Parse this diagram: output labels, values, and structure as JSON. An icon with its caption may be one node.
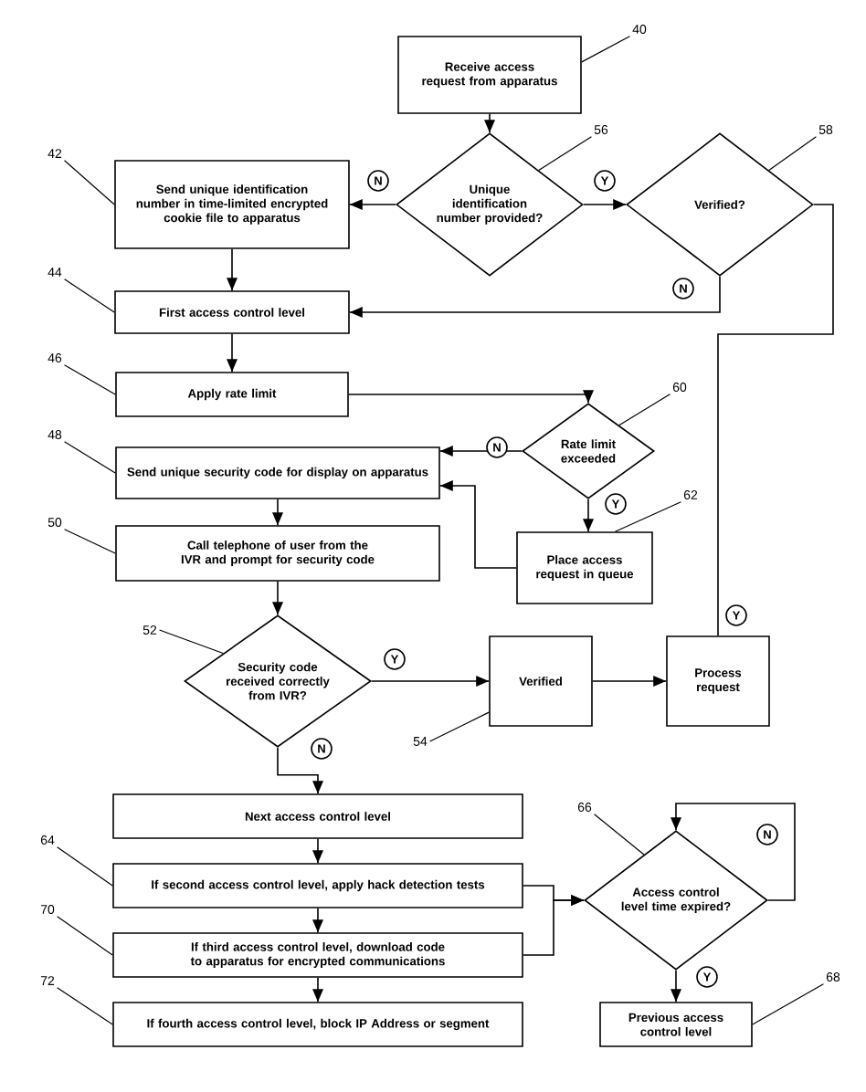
{
  "diagram": {
    "nodes": [
      {
        "text": [
          "Receive access request from apparatus"
        ]
      },
      {
        "text": [
          "Unique identification number provided?"
        ]
      },
      {
        "text": [
          "Verified?"
        ]
      },
      {
        "text": [
          "Send unique identification number in time-limited encrypted cookie file to apparatus"
        ]
      },
      {
        "text": [
          "First access control level"
        ]
      },
      {
        "text": [
          "Apply rate limit"
        ]
      },
      {
        "text": [
          "Rate limit exceeded"
        ]
      },
      {
        "text": [
          "Send unique security code for display on apparatus"
        ]
      },
      {
        "text": [
          "Call telephone of user from the IVR and prompt for security code"
        ]
      },
      {
        "text": [
          "Place access request in queue"
        ]
      },
      {
        "text": [
          "Security code received correctly from IVR?"
        ]
      },
      {
        "text": [
          "Verified"
        ]
      },
      {
        "text": [
          "Process request"
        ]
      },
      {
        "text": [
          "Next access control level"
        ]
      },
      {
        "text": [
          "If second access control level, apply hack detection tests"
        ]
      },
      {
        "text": [
          "If third access control level, download code to apparatus for encrypted communications"
        ]
      },
      {
        "text": [
          "If fourth access control level, block IP Address or segment"
        ]
      },
      {
        "text": [
          "Access control level time expired?"
        ]
      },
      {
        "text": [
          "Previous access control level"
        ]
      },
      {
        "text": [
          "40"
        ]
      },
      {
        "text": [
          "56"
        ]
      },
      {
        "text": [
          "58"
        ]
      },
      {
        "text": [
          "42"
        ]
      },
      {
        "text": [
          "44"
        ]
      },
      {
        "text": [
          "46"
        ]
      },
      {
        "text": [
          "60"
        ]
      },
      {
        "text": [
          "48"
        ]
      },
      {
        "text": [
          "50"
        ]
      },
      {
        "text": [
          "62"
        ]
      },
      {
        "text": [
          "52"
        ]
      },
      {
        "text": [
          "54"
        ]
      },
      {
        "text": [
          "66"
        ]
      },
      {
        "text": [
          "64"
        ]
      },
      {
        "text": [
          "70"
        ]
      },
      {
        "text": [
          "72"
        ]
      },
      {
        "text": [
          "68"
        ]
      }
    ],
    "edges": [
      {
        "from": 0,
        "to": 1,
        "arrow": "to"
      },
      {
        "from": 1,
        "to": 3,
        "arrow": "to",
        "label": "N"
      },
      {
        "from": 1,
        "to": 2,
        "arrow": "to",
        "label": "Y"
      },
      {
        "from": 2,
        "to": 4,
        "arrow": "to",
        "label": "N"
      },
      {
        "from": 2,
        "to": 12,
        "arrow": "none",
        "label": "Y"
      },
      {
        "from": 3,
        "to": 4,
        "arrow": "to"
      },
      {
        "from": 4,
        "to": 5,
        "arrow": "to"
      },
      {
        "from": 5,
        "to": 6,
        "arrow": "to"
      },
      {
        "from": 6,
        "to": 7,
        "arrow": "to",
        "label": "N"
      },
      {
        "from": 6,
        "to": 9,
        "arrow": "to",
        "label": "Y"
      },
      {
        "from": 9,
        "to": 7,
        "arrow": "to"
      },
      {
        "from": 7,
        "to": 8,
        "arrow": "to"
      },
      {
        "from": 8,
        "to": 10,
        "arrow": "to"
      },
      {
        "from": 10,
        "to": 11,
        "arrow": "to",
        "label": "Y"
      },
      {
        "from": 10,
        "to": 13,
        "arrow": "to",
        "label": "N"
      },
      {
        "from": 11,
        "to": 12,
        "arrow": "to"
      },
      {
        "from": 13,
        "to": 14,
        "arrow": "to"
      },
      {
        "from": 14,
        "to": 15,
        "arrow": "to"
      },
      {
        "from": 15,
        "to": 16,
        "arrow": "to"
      },
      {
        "from": 14,
        "to": 17,
        "arrow": "to"
      },
      {
        "from": 15,
        "to": 17,
        "arrow": "to"
      },
      {
        "from": 17,
        "to": 17,
        "arrow": "to",
        "label": "N"
      },
      {
        "from": 17,
        "to": 18,
        "arrow": "to",
        "label": "Y"
      },
      {
        "from": 19,
        "to": 0,
        "arrow": "none"
      },
      {
        "from": 20,
        "to": 1,
        "arrow": "none"
      },
      {
        "from": 21,
        "to": 2,
        "arrow": "none"
      },
      {
        "from": 22,
        "to": 3,
        "arrow": "none"
      },
      {
        "from": 23,
        "to": 4,
        "arrow": "none"
      },
      {
        "from": 24,
        "to": 5,
        "arrow": "none"
      },
      {
        "from": 25,
        "to": 6,
        "arrow": "none"
      },
      {
        "from": 26,
        "to": 7,
        "arrow": "none"
      },
      {
        "from": 27,
        "to": 8,
        "arrow": "none"
      },
      {
        "from": 28,
        "to": 9,
        "arrow": "none"
      },
      {
        "from": 29,
        "to": 10,
        "arrow": "none"
      },
      {
        "from": 30,
        "to": 11,
        "arrow": "none"
      },
      {
        "from": 31,
        "to": 17,
        "arrow": "none"
      },
      {
        "from": 32,
        "to": 14,
        "arrow": "none"
      },
      {
        "from": 33,
        "to": 15,
        "arrow": "none"
      },
      {
        "from": 34,
        "to": 16,
        "arrow": "none"
      },
      {
        "from": 35,
        "to": 18,
        "arrow": "none"
      }
    ]
  }
}
